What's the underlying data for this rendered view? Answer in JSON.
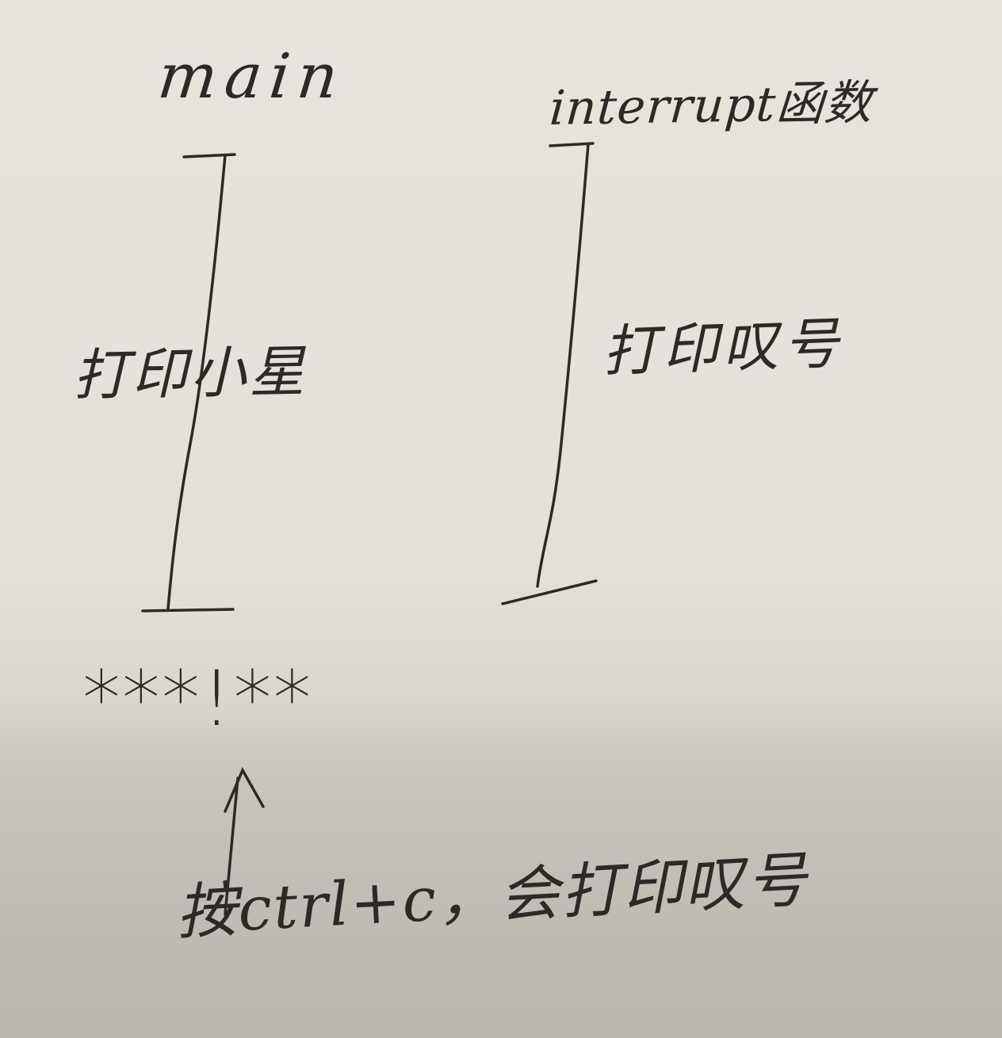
{
  "left_timeline": {
    "title": "main",
    "label": "打印小星"
  },
  "right_timeline": {
    "title": "interrupt函数",
    "label": "打印叹号"
  },
  "output": {
    "text": "***!**"
  },
  "annotation": {
    "text": "按ctrl+c，会打印叹号"
  },
  "colors": {
    "paper": "#e3e0d8",
    "ink": "#2b2a28"
  }
}
